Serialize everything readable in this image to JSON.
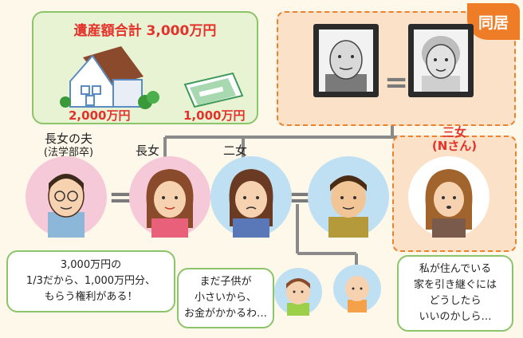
{
  "estate": {
    "title": "遺産額合計 3,000万円",
    "house_value": "2,000万円",
    "savings_value": "1,000万円"
  },
  "cohabitation": {
    "badge": "同居"
  },
  "people": {
    "husband_label_line1": "長女の夫",
    "husband_label_line2": "(法学部卒)",
    "eldest_daughter_label": "長女",
    "second_daughter_label": "二女",
    "third_daughter_label_line1": "三女",
    "third_daughter_label_line2": "(Nさん)"
  },
  "bubbles": {
    "husband": [
      "3,000万円の",
      "1/3だから、1,000万円分、",
      "もらう権利がある！"
    ],
    "second_daughter": [
      "まだ子供が",
      "小さいから、",
      "お金がかかるわ…"
    ],
    "third_daughter": [
      "私が住んでいる",
      "家を引き継ぐには",
      "どうしたら",
      "いいのかしら…"
    ]
  },
  "symbols": {
    "equals": "="
  },
  "colors": {
    "red_text": "#e4322b",
    "cohab_orange": "#ef7d28",
    "estate_green": "#8cc46a"
  }
}
